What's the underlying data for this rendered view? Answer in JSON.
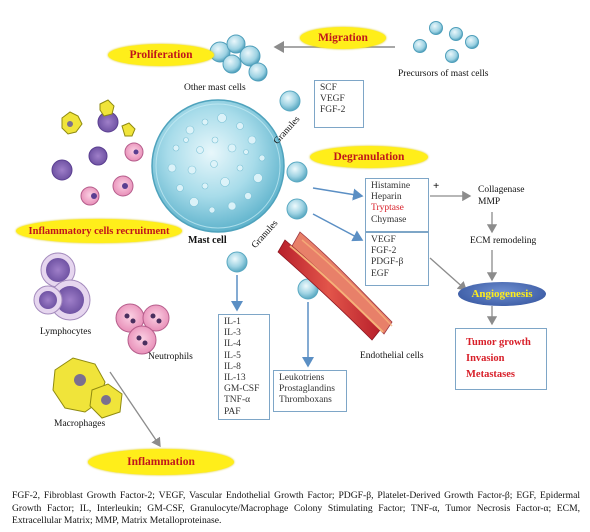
{
  "labels": {
    "proliferation": "Proliferation",
    "migration": "Migration",
    "other_mast_cells": "Other mast cells",
    "precursors": "Precursors of mast cells",
    "degranulation": "Degranulation",
    "mast_cell": "Mast cell",
    "granules_top": "Granules",
    "granules_bottom": "Granules",
    "inflammatory_recruitment": "Inflammatory cells recruitment",
    "lymphocytes": "Lymphocytes",
    "neutrophils": "Neutrophils",
    "macrophages": "Macrophages",
    "inflammation": "Inflammation",
    "endothelial_cells": "Endothelial cells",
    "plus": "+",
    "collagenase": "Collagenase",
    "mmp": "MMP",
    "ecm_remodeling": "ECM remodeling",
    "angiogenesis": "Angiogenesis"
  },
  "boxes": {
    "migration_factors": [
      "SCF",
      "VEGF",
      "FGF-2"
    ],
    "proteases": [
      "Histamine",
      "Heparin",
      "Tryptase",
      "Chymase"
    ],
    "angiogenic_factors": [
      "VEGF",
      "FGF-2",
      "PDGF-β",
      "EGF"
    ],
    "cytokines": [
      "IL-1",
      "IL-3",
      "IL-4",
      "IL-5",
      "IL-8",
      "IL-13",
      "GM-CSF",
      "TNF-α",
      "PAF"
    ],
    "lipid_mediators": [
      "Leukotriens",
      "Prostaglandins",
      "Thromboxans"
    ]
  },
  "outcomes": [
    "Tumor growth",
    "Invasion",
    "Metastases"
  ],
  "caption": "FGF-2, Fibroblast Growth Factor-2; VEGF, Vascular Endothelial Growth Factor; PDGF-β, Platelet-Derived Growth Factor-β; EGF, Epidermal Growth Factor; IL, Interleukin; GM-CSF, Granulocyte/Macrophage Colony Stimulating Factor; TNF-α, Tumor Necrosis Factor-α; ECM, Extracellular Matrix; MMP, Matrix Metalloproteinase.",
  "colors": {
    "oval_yellow": "#ffee1a",
    "oval_text": "#c0161b",
    "box_border": "#7ea6c7",
    "arrow_blue": "#5b8fc4",
    "arrow_gray": "#8c8c8c",
    "highlight_red": "#d8202a",
    "angiogenesis_blue": "#3a5ba8"
  }
}
